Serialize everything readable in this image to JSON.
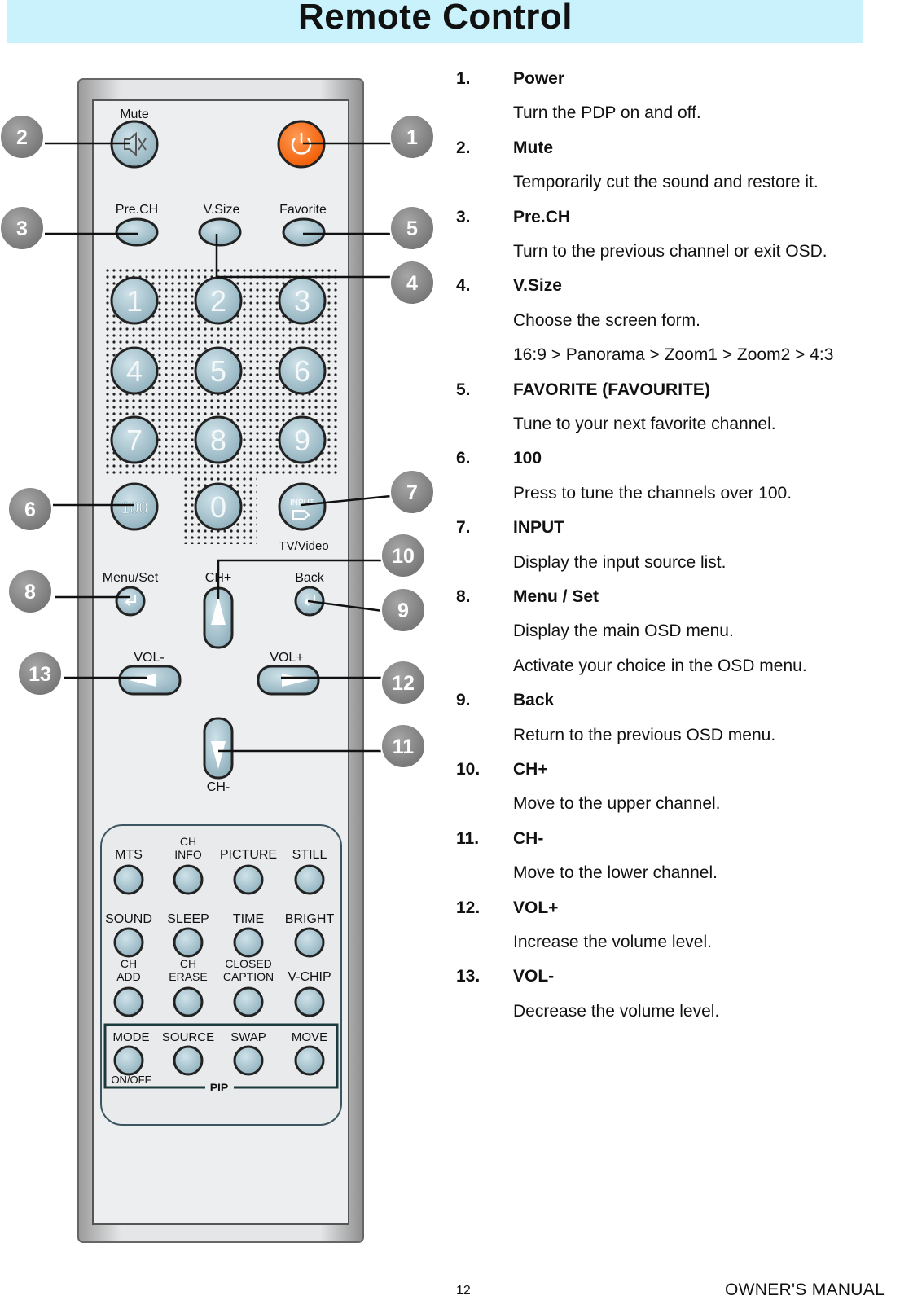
{
  "page": {
    "title": "Remote Control",
    "page_number": "12",
    "manual_label": "OWNER'S MANUAL"
  },
  "remote": {
    "top_labels": {
      "mute": "Mute",
      "prech": "Pre.CH",
      "vsize": "V.Size",
      "favorite": "Favorite"
    },
    "digits": [
      "1",
      "2",
      "3",
      "4",
      "5",
      "6",
      "7",
      "8",
      "9"
    ],
    "key_100": "100",
    "key_0": "0",
    "input_key_label": "INPUT",
    "tv_video": "TV/Video",
    "menu_set": "Menu/Set",
    "ch_plus": "CH+",
    "back": "Back",
    "vol_minus": "VOL-",
    "vol_plus": "VOL+",
    "ch_minus": "CH-",
    "function_rows": [
      [
        "MTS",
        "CH\nINFO",
        "PICTURE",
        "STILL"
      ],
      [
        "SOUND",
        "SLEEP",
        "TIME",
        "BRIGHT"
      ],
      [
        "CH\nADD",
        "CH\nERASE",
        "CLOSED\nCAPTION",
        "V-CHIP"
      ]
    ],
    "pip_row": [
      "MODE",
      "SOURCE",
      "SWAP",
      "MOVE"
    ],
    "pip_on_off": "ON/OFF",
    "pip_label": "PIP",
    "callouts": [
      "1",
      "2",
      "3",
      "4",
      "5",
      "6",
      "7",
      "8",
      "9",
      "10",
      "11",
      "12",
      "13"
    ]
  },
  "items": [
    {
      "num": "1.",
      "name": "Power",
      "lines": [
        "Turn the PDP on and off."
      ]
    },
    {
      "num": "2.",
      "name": "Mute",
      "lines": [
        "Temporarily cut the sound and restore it."
      ]
    },
    {
      "num": "3.",
      "name": "Pre.CH",
      "lines": [
        "Turn to the previous channel or exit OSD."
      ]
    },
    {
      "num": "4.",
      "name": "V.Size",
      "lines": [
        "Choose the screen form.",
        "16:9 >  Panorama > Zoom1 > Zoom2 > 4:3"
      ]
    },
    {
      "num": "5.",
      "name": "FAVORITE (FAVOURITE)",
      "lines": [
        "Tune to your next favorite channel."
      ]
    },
    {
      "num": "6.",
      "name": "100",
      "lines": [
        "Press to tune the channels over 100."
      ]
    },
    {
      "num": "7.",
      "name": "INPUT",
      "lines": [
        "Display the input source list."
      ]
    },
    {
      "num": "8.",
      "name": "Menu / Set",
      "lines": [
        "Display the main OSD menu.",
        "Activate your choice in the OSD menu."
      ]
    },
    {
      "num": "9.",
      "name": "Back",
      "lines": [
        "Return to the previous OSD menu."
      ]
    },
    {
      "num": "10.",
      "name": "CH+",
      "lines": [
        "Move to the upper channel."
      ]
    },
    {
      "num": "11.",
      "name": "CH-",
      "lines": [
        "Move to the lower channel."
      ]
    },
    {
      "num": "12.",
      "name": "VOL+",
      "lines": [
        "Increase the volume level."
      ]
    },
    {
      "num": "13.",
      "name": "VOL-",
      "lines": [
        "Decrease the volume level."
      ]
    }
  ],
  "colors": {
    "title_bg": "#c9f2fc",
    "button_fill": "#a9c7d2",
    "power_fill": "#ff6f1a",
    "callout_fill": "#8b8b8b"
  }
}
